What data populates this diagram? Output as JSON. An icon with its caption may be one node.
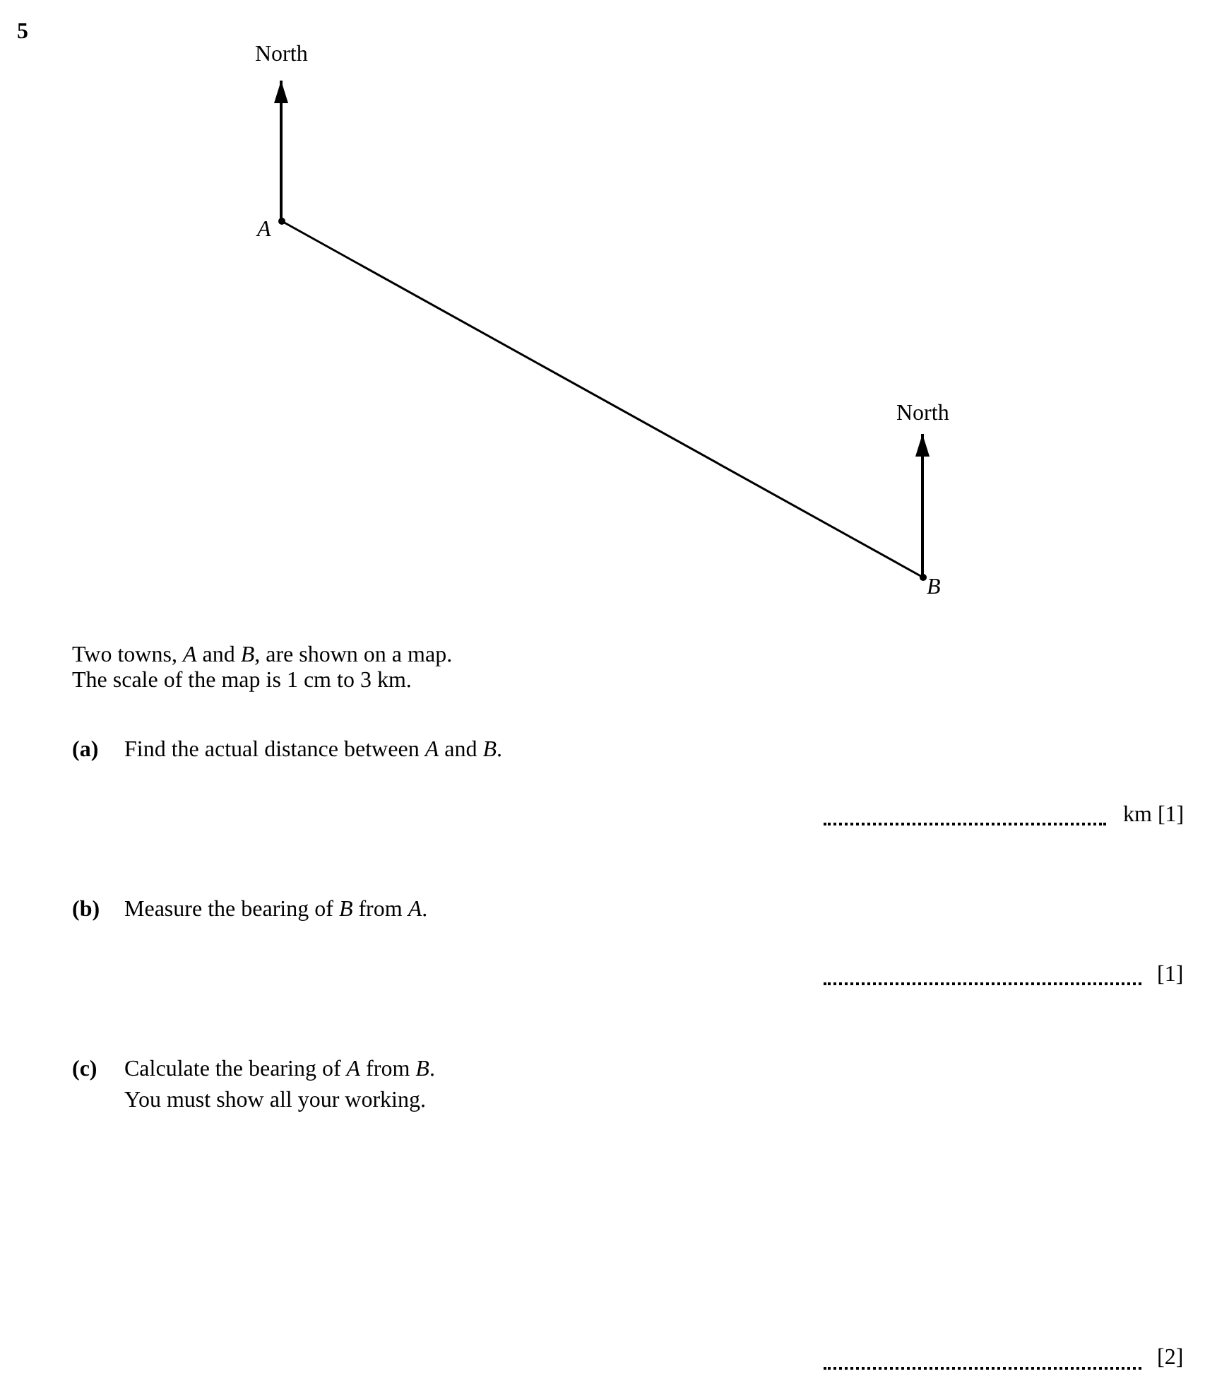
{
  "diagram": {
    "nodes": [
      {
        "text": [
          "A"
        ]
      },
      {
        "text": [
          "B"
        ]
      }
    ],
    "edges": [
      {
        "from": 0,
        "to": 1,
        "arrow": "none"
      }
    ],
    "labels": [
      "5",
      "North",
      "North",
      "Two towns, *A* and *B*, are shown on a map.",
      "The scale of the map is 1 cm to 3 km.",
      "(a)",
      "Find the actual distance between *A* and *B*.",
      "km [1]",
      "(b)",
      "Measure the bearing of *B* from *A*.",
      "[1]",
      "(c)",
      "Calculate the bearing of *A* from *B*.",
      "You must show all your working.",
      "[2]"
    ]
  }
}
